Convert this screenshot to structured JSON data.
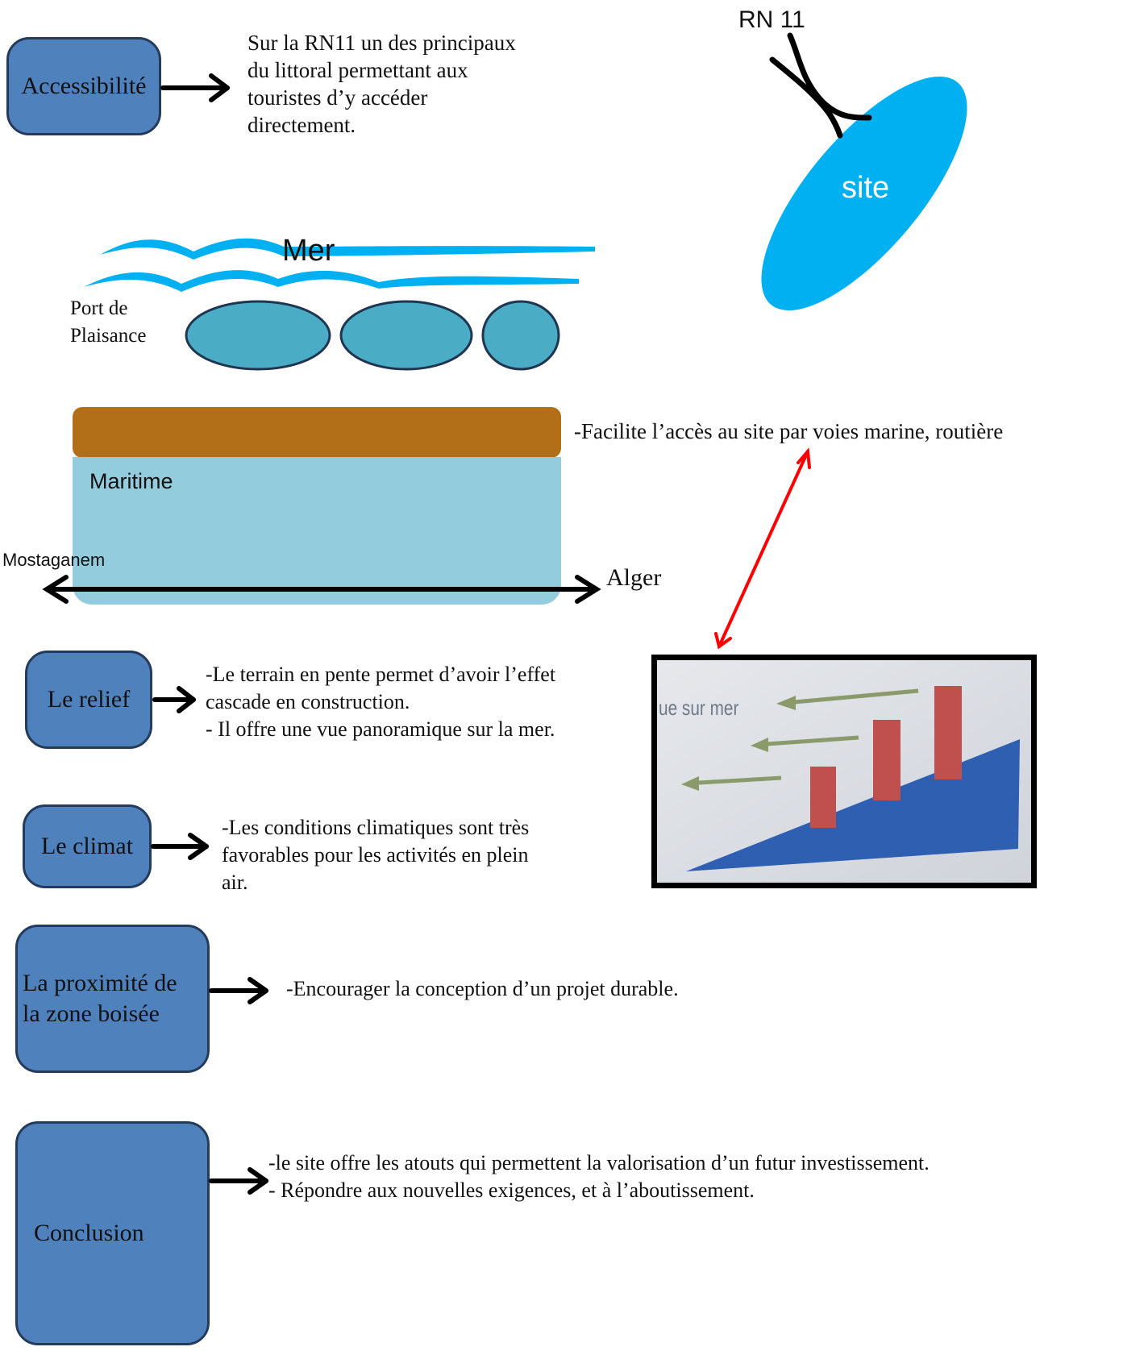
{
  "accessibility": {
    "box_label": "Accessibilité",
    "text": "Sur la RN11 un des principaux\ndu littoral permettant aux\ntouristes d’y accéder\ndirectement."
  },
  "site_diagram": {
    "road_label": "RN 11",
    "site_label": "site"
  },
  "coast_diagram": {
    "sea_label": "Mer",
    "port_label": "Port de\n Plaisance",
    "maritime_label": "Maritime",
    "west_label": "Mostaganem",
    "east_label": "Alger",
    "access_text": "-Facilite l’accès au site par voies marine, routière"
  },
  "relief": {
    "box_label": "Le relief",
    "text": "-Le terrain en pente permet d’avoir l’effet\ncascade en construction.\n- Il offre une vue panoramique sur la mer."
  },
  "sea_view_photo": {
    "caption": "ue sur mer"
  },
  "climate": {
    "box_label": "Le climat",
    "text": "-Les conditions climatiques sont très\nfavorables pour les activités en plein\nair."
  },
  "forest": {
    "box_label": "La proximité  de\nla zone boisée",
    "text": "-Encourager la conception d’un projet durable."
  },
  "conclusion": {
    "box_label": "Conclusion",
    "text": "-le site offre les atouts qui permettent la valorisation d’un futur investissement.\n- Répondre aux nouvelles exigences, et à l’aboutissement."
  },
  "colors": {
    "box_fill": "#4f81bd",
    "site_fill": "#00b0f0",
    "port_fill": "#4bacc6",
    "earth_band": "#b26f17",
    "maritime_fill": "#93cddd",
    "access_arrow": "#ff0000",
    "slope_fill": "#2f5fb0",
    "building_fill": "#c0504d"
  }
}
